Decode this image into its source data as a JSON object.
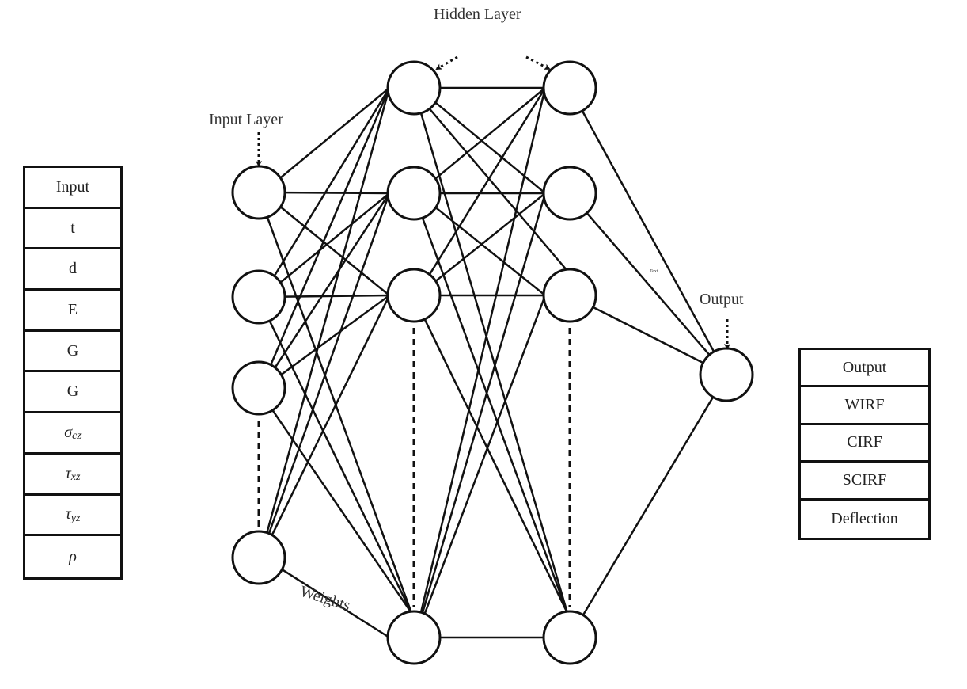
{
  "diagram": {
    "title_labels": {
      "input_layer": "Input Layer",
      "hidden_layer": "Hidden Layer",
      "output": "Output",
      "weights": "Weights",
      "edge_text": "Text"
    },
    "layers": [
      {
        "name": "input",
        "nodes": 4,
        "ellipsis_before_last": true
      },
      {
        "name": "hidden-1",
        "nodes": 4,
        "ellipsis_before_last": true
      },
      {
        "name": "hidden-2",
        "nodes": 4,
        "ellipsis_before_last": true
      },
      {
        "name": "output",
        "nodes": 1,
        "ellipsis_before_last": false
      }
    ],
    "connectivity": "fully-connected"
  },
  "input_table": {
    "header": "Input",
    "rows": [
      {
        "main": "t",
        "sub": ""
      },
      {
        "main": "d",
        "sub": ""
      },
      {
        "main": "E",
        "sub": ""
      },
      {
        "main": "G",
        "sub": ""
      },
      {
        "main": "G",
        "sub": ""
      },
      {
        "main": "σ",
        "sub": "cz"
      },
      {
        "main": "τ",
        "sub": "xz"
      },
      {
        "main": "τ",
        "sub": "yz"
      },
      {
        "main": "ρ",
        "sub": ""
      }
    ]
  },
  "output_table": {
    "header": "Output",
    "rows": [
      "WIRF",
      "CIRF",
      "SCIRF",
      "Deflection"
    ]
  }
}
